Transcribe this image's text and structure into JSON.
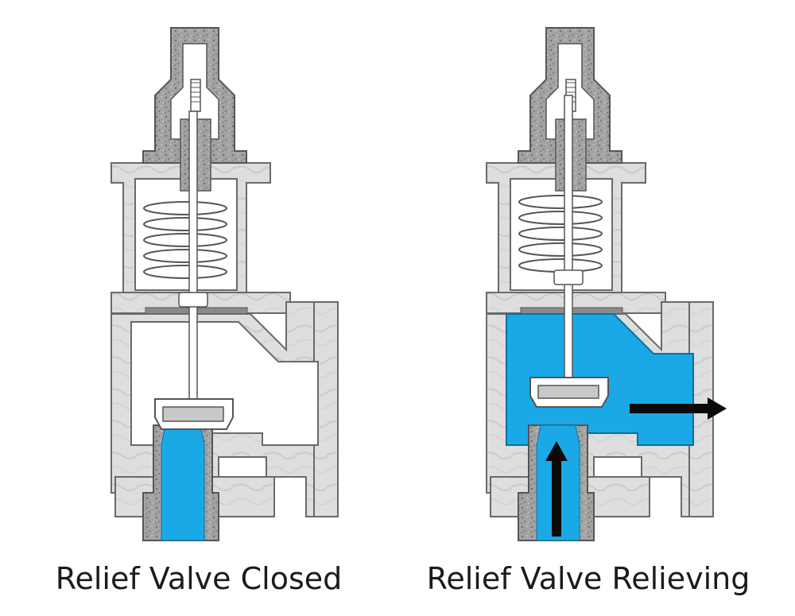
{
  "captions": {
    "closed": "Relief Valve Closed",
    "relieving": "Relief Valve Relieving"
  },
  "colors": {
    "body_metal": "#dcdcdc",
    "body_outline": "#6a6a6a",
    "gasket": "#8a8a8a",
    "granite": "#9a9a9a",
    "fluid": "#1aa9e6",
    "arrow": "#0a0a0a",
    "disc_face": "#c8c8c8"
  },
  "valves": [
    {
      "name": "closed",
      "state": "closed"
    },
    {
      "name": "relieving",
      "state": "relieving"
    }
  ]
}
